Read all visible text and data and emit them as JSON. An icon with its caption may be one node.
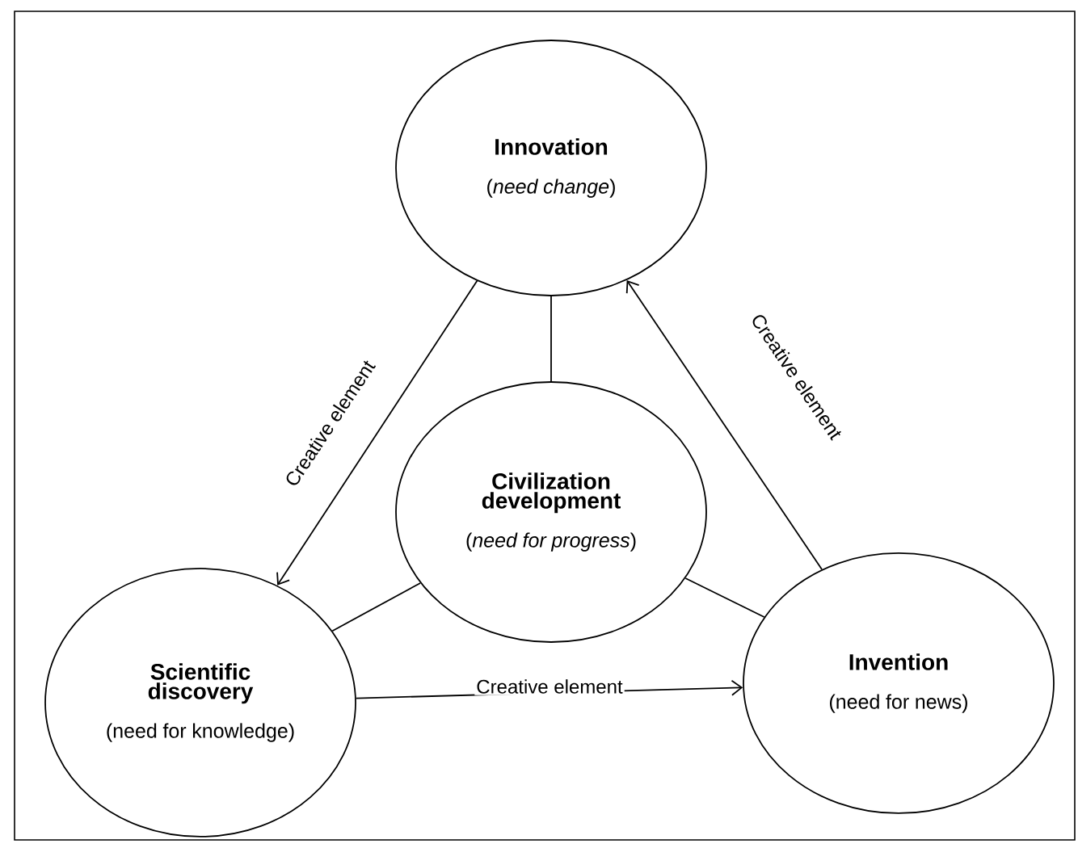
{
  "diagram": {
    "nodes": [
      {
        "text": [
          "Innovation",
          "(*need change*)"
        ]
      },
      {
        "text": [
          "Civilization development",
          "(*need for progress*)"
        ]
      },
      {
        "text": [
          "Scientific discovery",
          "(need for knowledge)"
        ]
      },
      {
        "text": [
          "Invention",
          "(need for news)"
        ]
      }
    ],
    "edges": [
      {
        "from": 0,
        "to": 2,
        "arrow": "to",
        "label": "Creative element"
      },
      {
        "from": 3,
        "to": 0,
        "arrow": "to",
        "label": "Creative element"
      },
      {
        "from": 2,
        "to": 3,
        "arrow": "to",
        "label": "Creative element"
      },
      {
        "from": 0,
        "to": 1,
        "arrow": "none"
      },
      {
        "from": 1,
        "to": 2,
        "arrow": "none"
      },
      {
        "from": 1,
        "to": 3,
        "arrow": "none"
      }
    ]
  }
}
